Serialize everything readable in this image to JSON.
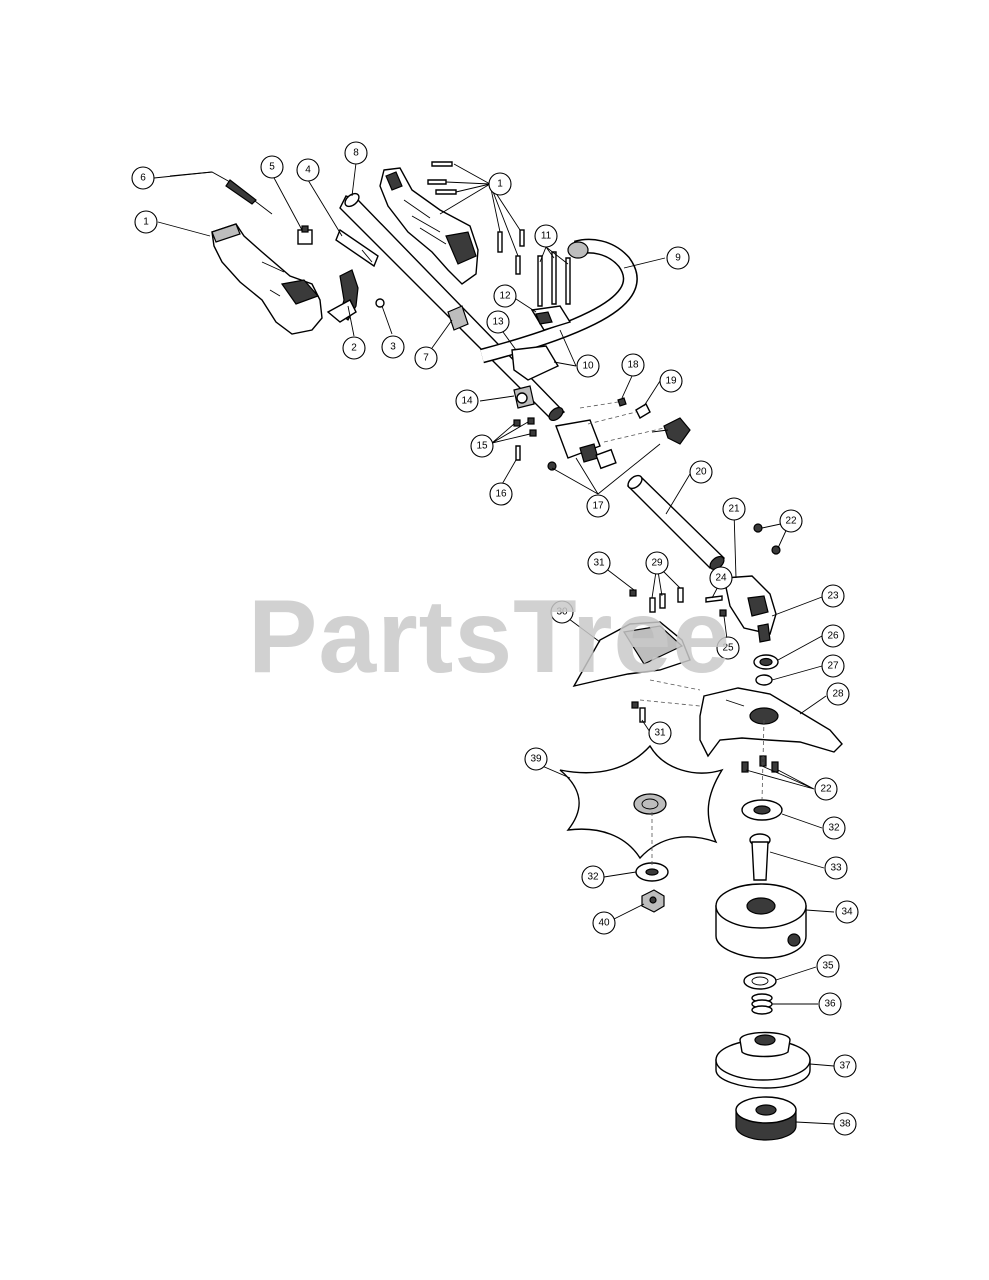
{
  "watermark": "PartsTree",
  "callouts": [
    {
      "id": "c1a",
      "label": "1"
    },
    {
      "id": "c1b",
      "label": "1"
    },
    {
      "id": "c2",
      "label": "2"
    },
    {
      "id": "c3",
      "label": "3"
    },
    {
      "id": "c4",
      "label": "4"
    },
    {
      "id": "c5",
      "label": "5"
    },
    {
      "id": "c6",
      "label": "6"
    },
    {
      "id": "c7",
      "label": "7"
    },
    {
      "id": "c8",
      "label": "8"
    },
    {
      "id": "c9",
      "label": "9"
    },
    {
      "id": "c10",
      "label": "10"
    },
    {
      "id": "c11",
      "label": "11"
    },
    {
      "id": "c12",
      "label": "12"
    },
    {
      "id": "c13",
      "label": "13"
    },
    {
      "id": "c14",
      "label": "14"
    },
    {
      "id": "c15",
      "label": "15"
    },
    {
      "id": "c16",
      "label": "16"
    },
    {
      "id": "c17",
      "label": "17"
    },
    {
      "id": "c18",
      "label": "18"
    },
    {
      "id": "c19",
      "label": "19"
    },
    {
      "id": "c20",
      "label": "20"
    },
    {
      "id": "c21",
      "label": "21"
    },
    {
      "id": "c22a",
      "label": "22"
    },
    {
      "id": "c22b",
      "label": "22"
    },
    {
      "id": "c23",
      "label": "23"
    },
    {
      "id": "c24",
      "label": "24"
    },
    {
      "id": "c25",
      "label": "25"
    },
    {
      "id": "c26",
      "label": "26"
    },
    {
      "id": "c27",
      "label": "27"
    },
    {
      "id": "c28",
      "label": "28"
    },
    {
      "id": "c29",
      "label": "29"
    },
    {
      "id": "c30",
      "label": "30"
    },
    {
      "id": "c31a",
      "label": "31"
    },
    {
      "id": "c31b",
      "label": "31"
    },
    {
      "id": "c32a",
      "label": "32"
    },
    {
      "id": "c32b",
      "label": "32"
    },
    {
      "id": "c33",
      "label": "33"
    },
    {
      "id": "c34",
      "label": "34"
    },
    {
      "id": "c35",
      "label": "35"
    },
    {
      "id": "c36",
      "label": "36"
    },
    {
      "id": "c37",
      "label": "37"
    },
    {
      "id": "c38",
      "label": "38"
    },
    {
      "id": "c39",
      "label": "39"
    },
    {
      "id": "c40",
      "label": "40"
    }
  ]
}
